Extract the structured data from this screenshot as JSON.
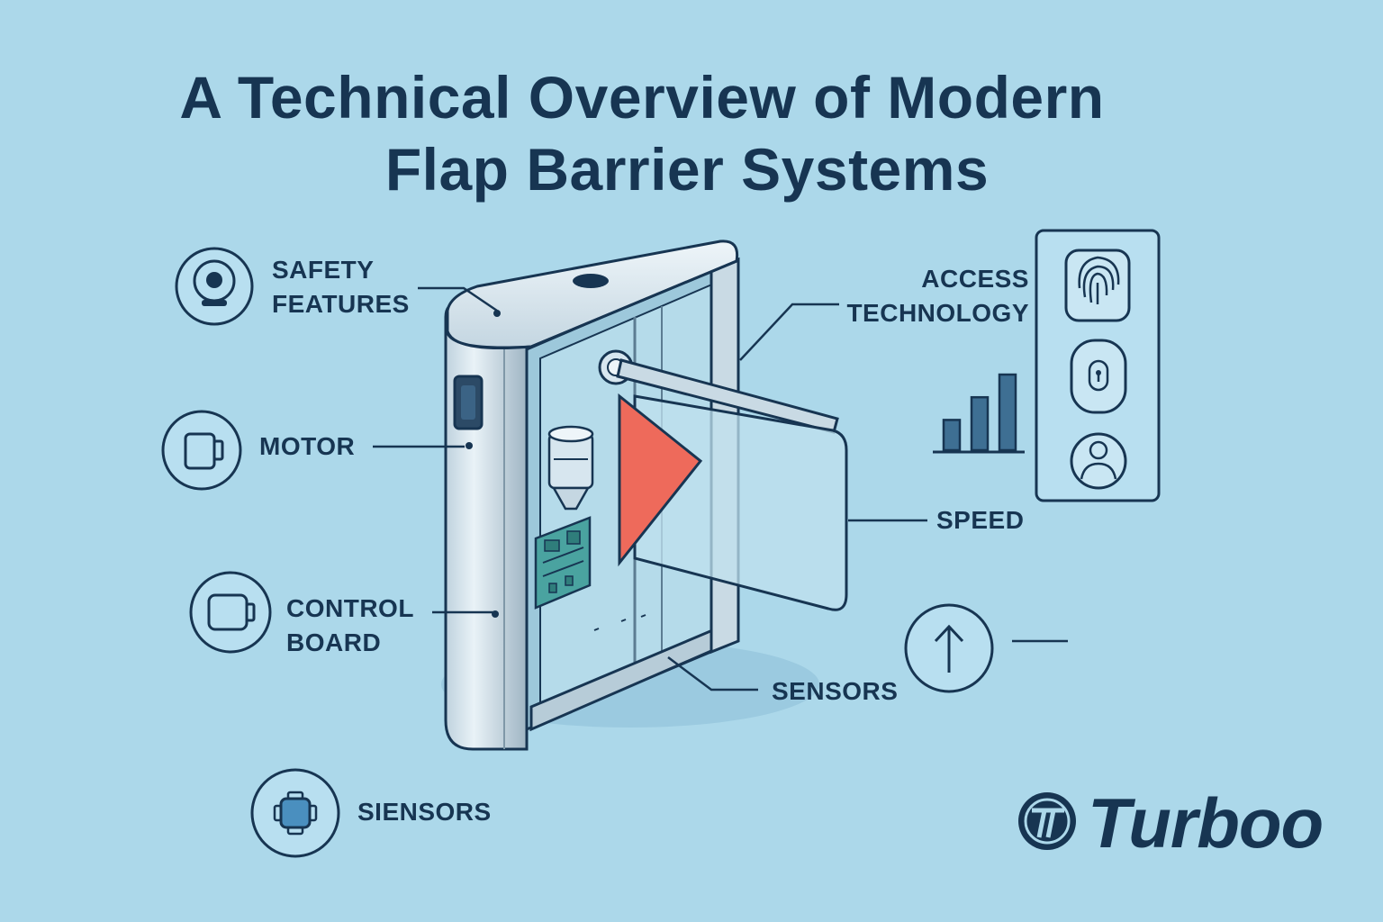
{
  "title": {
    "line1": "A Technical Overview of Modern",
    "line2": "Flap Barrier Systems"
  },
  "labels": {
    "safety_features": [
      "SAFETY",
      "FEATURES"
    ],
    "motor": "MOTOR",
    "control_board": [
      "CONTROL",
      "BOARD"
    ],
    "siensors": "SIENSORS",
    "access_technology": [
      "ACCESS",
      "TECHNOLOGY"
    ],
    "speed": "SPEED",
    "sensors": "SENSORS"
  },
  "icons": {
    "safety_features": "safety-person-icon",
    "motor": "motor-icon",
    "control_board": "control-board-icon",
    "siensors": "sensor-chip-icon",
    "access_panel": [
      "fingerprint-icon",
      "keyhole-icon",
      "face-id-icon"
    ],
    "speed_chart": "bar-chart-icon",
    "sensors": "arrow-up-icon"
  },
  "speed_bars": [
    0.4,
    0.7,
    1.0
  ],
  "logo": {
    "text": "Turboo"
  },
  "colors": {
    "background": "#acd8ea",
    "ink": "#173552",
    "flap_red": "#ee6a5b",
    "board_green": "#4aa3a0"
  }
}
